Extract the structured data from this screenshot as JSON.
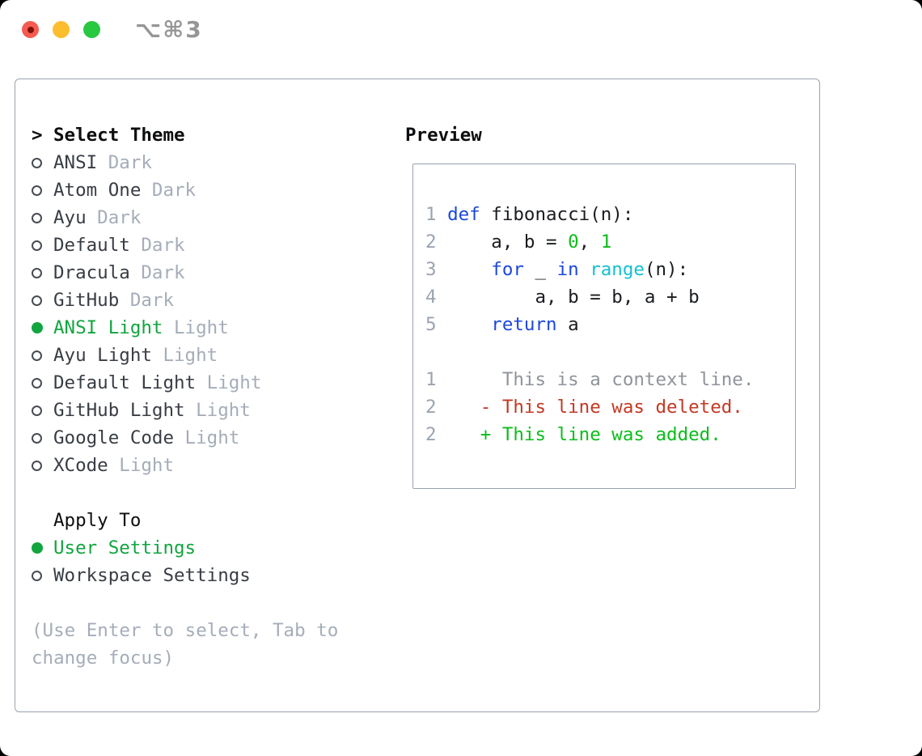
{
  "window": {
    "title": "⌥⌘3"
  },
  "theme_panel": {
    "header": {
      "prompt": ">",
      "label": "Select Theme"
    },
    "themes": [
      {
        "name": "ANSI",
        "tag": "Dark",
        "selected": false
      },
      {
        "name": "Atom One",
        "tag": "Dark",
        "selected": false
      },
      {
        "name": "Ayu",
        "tag": "Dark",
        "selected": false
      },
      {
        "name": "Default",
        "tag": "Dark",
        "selected": false
      },
      {
        "name": "Dracula",
        "tag": "Dark",
        "selected": false
      },
      {
        "name": "GitHub",
        "tag": "Dark",
        "selected": false
      },
      {
        "name": "ANSI Light",
        "tag": "Light",
        "selected": true
      },
      {
        "name": "Ayu Light",
        "tag": "Light",
        "selected": false
      },
      {
        "name": "Default Light",
        "tag": "Light",
        "selected": false
      },
      {
        "name": "GitHub Light",
        "tag": "Light",
        "selected": false
      },
      {
        "name": "Google Code",
        "tag": "Light",
        "selected": false
      },
      {
        "name": "XCode",
        "tag": "Light",
        "selected": false
      }
    ],
    "apply_to": {
      "label": "Apply To",
      "options": [
        {
          "name": "User Settings",
          "selected": true
        },
        {
          "name": "Workspace Settings",
          "selected": false
        }
      ]
    },
    "hint": "(Use Enter to select, Tab to change focus)"
  },
  "preview": {
    "label": "Preview",
    "lines": [
      {
        "num": "1",
        "tokens": [
          {
            "c": "txt",
            "t": " "
          },
          {
            "c": "kw",
            "t": "def"
          },
          {
            "c": "txt",
            "t": " fibonacci(n):"
          }
        ]
      },
      {
        "num": "2",
        "tokens": [
          {
            "c": "txt",
            "t": "     a, b = "
          },
          {
            "c": "num",
            "t": "0"
          },
          {
            "c": "txt",
            "t": ", "
          },
          {
            "c": "num",
            "t": "1"
          }
        ]
      },
      {
        "num": "3",
        "tokens": [
          {
            "c": "txt",
            "t": "     "
          },
          {
            "c": "kw",
            "t": "for"
          },
          {
            "c": "txt",
            "t": " _ "
          },
          {
            "c": "kw",
            "t": "in"
          },
          {
            "c": "txt",
            "t": " "
          },
          {
            "c": "fn",
            "t": "range"
          },
          {
            "c": "txt",
            "t": "(n):"
          }
        ]
      },
      {
        "num": "4",
        "tokens": [
          {
            "c": "txt",
            "t": "         a, b = b, a + b"
          }
        ]
      },
      {
        "num": "5",
        "tokens": [
          {
            "c": "txt",
            "t": "     "
          },
          {
            "c": "kw",
            "t": "return"
          },
          {
            "c": "txt",
            "t": " a"
          }
        ]
      },
      {
        "num": "",
        "tokens": []
      },
      {
        "num": "1",
        "tokens": [
          {
            "c": "ctx",
            "t": "      This is a context line."
          }
        ]
      },
      {
        "num": "2",
        "tokens": [
          {
            "c": "txt",
            "t": "    "
          },
          {
            "c": "del",
            "t": "- This line was deleted."
          }
        ]
      },
      {
        "num": "2",
        "tokens": [
          {
            "c": "txt",
            "t": "    "
          },
          {
            "c": "add",
            "t": "+ This line was added."
          }
        ]
      }
    ]
  },
  "colors": {
    "border": "#9aa3ae",
    "ink": "#0d0e10",
    "item": "#383d44",
    "code_ink": "#1a1d21",
    "muted": "#a5adb9",
    "green_ui": "#11a53f",
    "green_code": "#0cbd1b",
    "blue": "#1c47dd",
    "cyan": "#13c1d2",
    "red": "#c23a24",
    "lnum": "#9aa4b1",
    "ctx": "#8f949b",
    "radio_ring": "#474c53",
    "title_gray": "#969696",
    "tl_red": "#f65b51",
    "tl_red_dot": "#7f1106",
    "tl_yellow": "#fcbd2f",
    "tl_green": "#28c840"
  }
}
